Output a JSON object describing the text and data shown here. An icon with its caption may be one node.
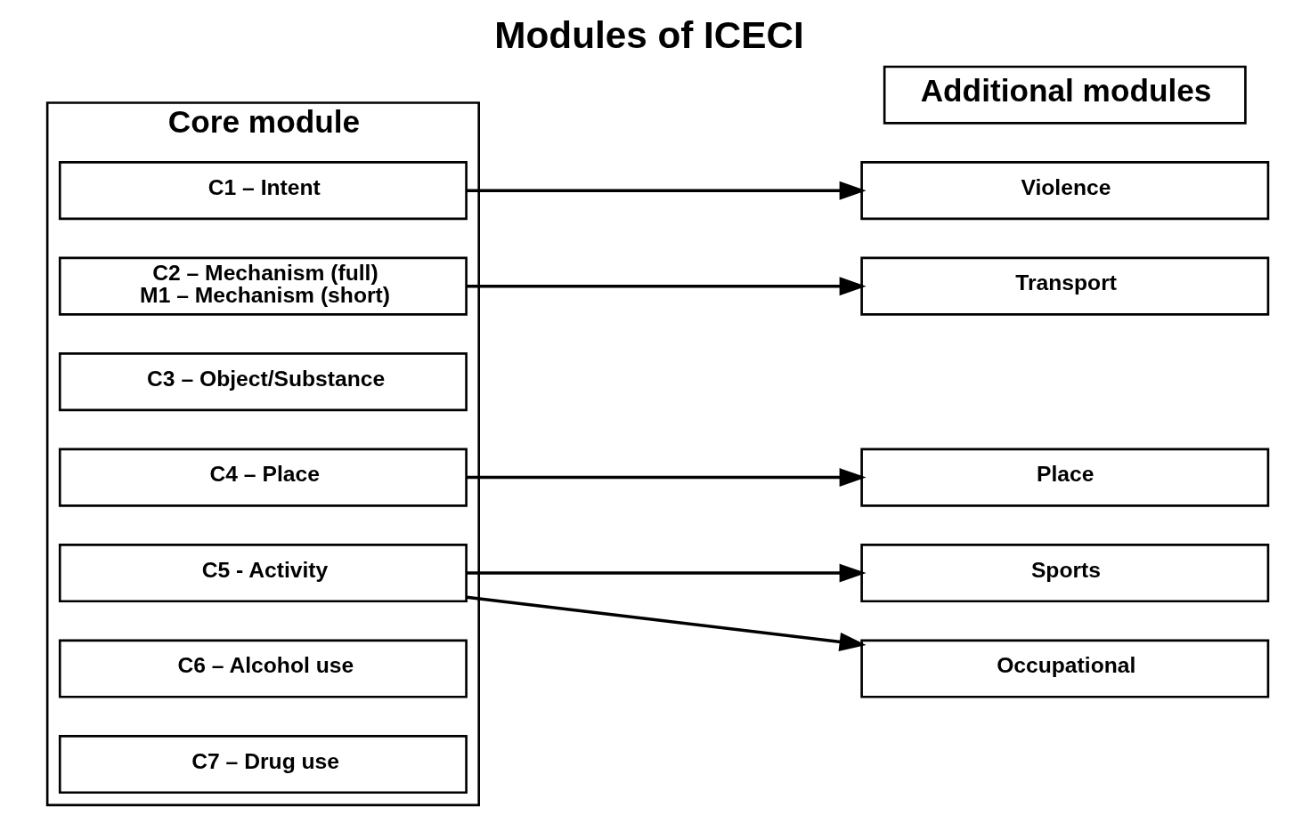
{
  "diagram": {
    "title": "Modules of ICECI",
    "nodes": [
      {
        "text": [
          "Core module"
        ]
      },
      {
        "text": [
          "C1 – Intent"
        ],
        "in": 0
      },
      {
        "text": [
          "C2 – Mechanism (full)",
          "M1 – Mechanism (short)"
        ],
        "in": 0
      },
      {
        "text": [
          "C3 – Object/Substance"
        ],
        "in": 0
      },
      {
        "text": [
          "C4 – Place"
        ],
        "in": 0
      },
      {
        "text": [
          "C5 - Activity"
        ],
        "in": 0
      },
      {
        "text": [
          "C6 – Alcohol use"
        ],
        "in": 0
      },
      {
        "text": [
          "C7 – Drug use"
        ],
        "in": 0
      },
      {
        "text": [
          "Additional modules"
        ]
      },
      {
        "text": [
          "Violence"
        ]
      },
      {
        "text": [
          "Transport"
        ]
      },
      {
        "text": [
          "Place"
        ]
      },
      {
        "text": [
          "Sports"
        ]
      },
      {
        "text": [
          "Occupational"
        ]
      }
    ],
    "edges": [
      {
        "from": 1,
        "to": 9,
        "arrow": "to"
      },
      {
        "from": 2,
        "to": 10,
        "arrow": "to"
      },
      {
        "from": 4,
        "to": 11,
        "arrow": "to"
      },
      {
        "from": 5,
        "to": 12,
        "arrow": "to"
      },
      {
        "from": 5,
        "to": 13,
        "arrow": "to"
      }
    ]
  }
}
